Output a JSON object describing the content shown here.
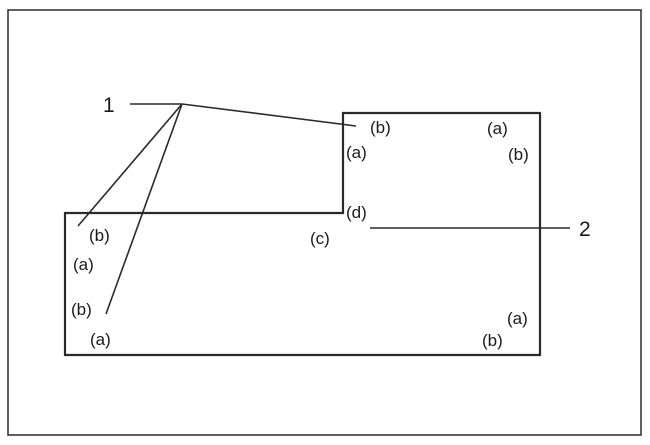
{
  "diagram": {
    "callouts": [
      "1",
      "2"
    ],
    "corner_labels": [
      "(b)",
      "(a)",
      "(a)",
      "(b)",
      "(d)",
      "(c)",
      "(b)",
      "(a)",
      "(b)",
      "(a)",
      "(a)",
      "(b)"
    ]
  }
}
